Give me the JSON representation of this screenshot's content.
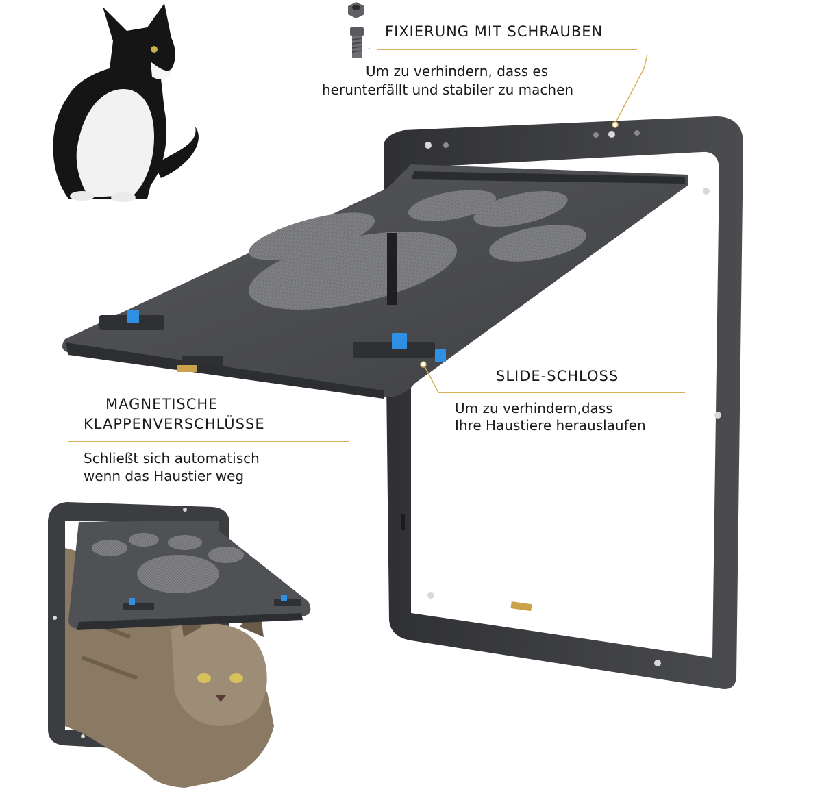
{
  "callouts": {
    "screws": {
      "title": "FIXIERUNG MIT SCHRAUBEN",
      "line1": "Um zu verhindern, dass es",
      "line2": "herunterfällt und stabiler zu machen"
    },
    "slide_lock": {
      "title": "SLIDE-SCHLOSS",
      "line1": "Um zu verhindern,dass",
      "line2": "Ihre Haustiere herauslaufen"
    },
    "magnetic": {
      "title_line1": "MAGNETISCHE",
      "title_line2": "KLAPPENVERSCHLÜSSE",
      "line1": "Schließt sich automatisch",
      "line2": "wenn das Haustier weg"
    }
  },
  "colors": {
    "accent_line": "#d8b25a",
    "frame": "#3c3d40",
    "flap": "#4a4b4e",
    "mesh": "#7b7c80",
    "lock_blue": "#2f8fe3",
    "tape_gold": "#c9a24b"
  },
  "icons": {
    "nut": "hex-nut-icon",
    "bolt": "bolt-icon"
  }
}
